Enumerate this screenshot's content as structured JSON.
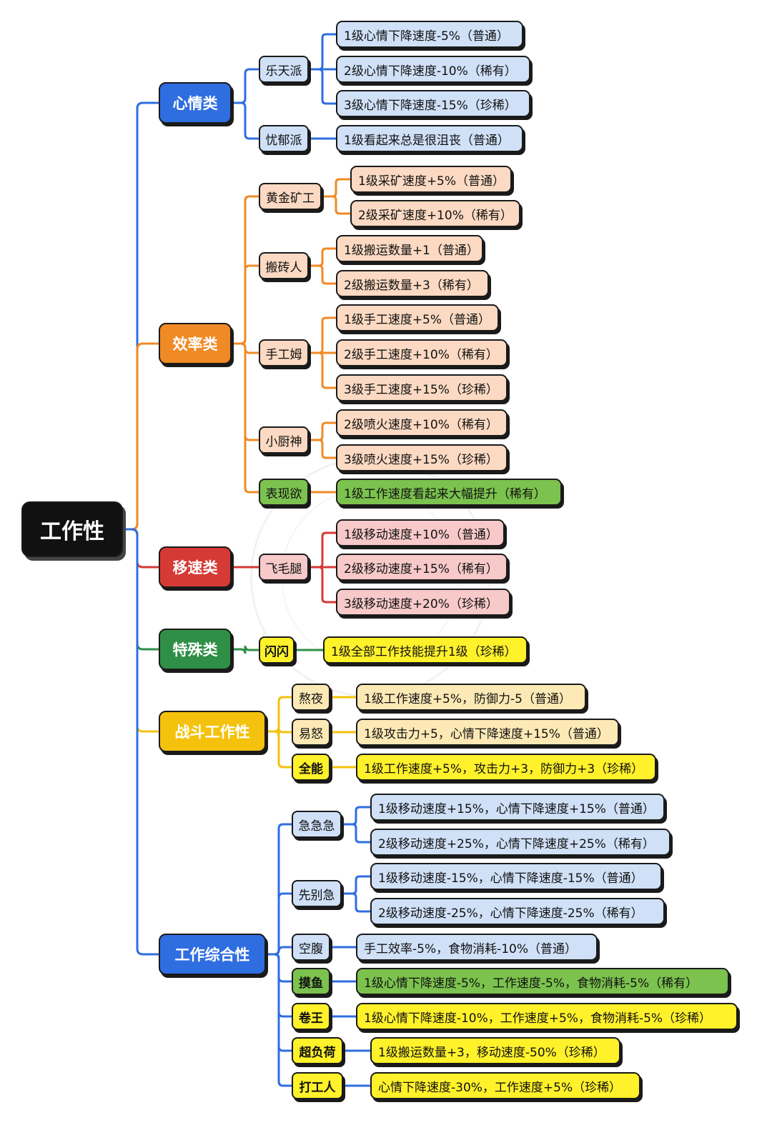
{
  "colors": {
    "blue_accent": "#2f6ee0",
    "orange_accent": "#f08a24",
    "red_accent": "#d63a35",
    "green_accent": "#2f8f46",
    "yellow_accent": "#f4c20d",
    "blue_fill": "#cfe0f7",
    "orange_fill": "#fbd9c2",
    "red_fill": "#f7c9c9",
    "green_fill": "#7bc24e",
    "yellow_fill": "#fff12a",
    "cream_fill": "#fde9b5",
    "root_fill": "#111111"
  },
  "root": {
    "label": "工作性"
  },
  "categories": [
    {
      "label": "心情类",
      "color": "blue",
      "subs": [
        {
          "label": "乐天派",
          "leaves": [
            {
              "text": "1级心情下降速度-5%（普通）"
            },
            {
              "text": "2级心情下降速度-10%（稀有）"
            },
            {
              "text": "3级心情下降速度-15%（珍稀）"
            }
          ]
        },
        {
          "label": "忧郁派",
          "leaves": [
            {
              "text": "1级看起来总是很沮丧（普通）"
            }
          ]
        }
      ]
    },
    {
      "label": "效率类",
      "color": "orange",
      "subs": [
        {
          "label": "黄金矿工",
          "leaves": [
            {
              "text": "1级采矿速度+5%（普通）"
            },
            {
              "text": "2级采矿速度+10%（稀有）"
            }
          ]
        },
        {
          "label": "搬砖人",
          "leaves": [
            {
              "text": "1级搬运数量+1（普通）"
            },
            {
              "text": "2级搬运数量+3（稀有）"
            }
          ]
        },
        {
          "label": "手工姆",
          "leaves": [
            {
              "text": "1级手工速度+5%（普通）"
            },
            {
              "text": "2级手工速度+10%（稀有）"
            },
            {
              "text": "3级手工速度+15%（珍稀）"
            }
          ]
        },
        {
          "label": "小厨神",
          "leaves": [
            {
              "text": "2级喷火速度+10%（稀有）"
            },
            {
              "text": "3级喷火速度+15%（珍稀）"
            }
          ]
        },
        {
          "label": "表现欲",
          "leaves": [
            {
              "text": "1级工作速度看起来大幅提升（稀有）"
            }
          ]
        }
      ]
    },
    {
      "label": "移速类",
      "color": "red",
      "subs": [
        {
          "label": "飞毛腿",
          "leaves": [
            {
              "text": "1级移动速度+10%（普通）"
            },
            {
              "text": "2级移动速度+15%（稀有）"
            },
            {
              "text": "3级移动速度+20%（珍稀）"
            }
          ]
        }
      ]
    },
    {
      "label": "特殊类",
      "color": "green",
      "subs": [
        {
          "label": "闪闪",
          "leaves": [
            {
              "text": "1级全部工作技能提升1级（珍稀）"
            }
          ]
        }
      ]
    },
    {
      "label": "战斗工作性",
      "color": "yellow",
      "subs": [
        {
          "label": "熬夜",
          "leaves": [
            {
              "text": "1级工作速度+5%，防御力-5（普通）"
            }
          ]
        },
        {
          "label": "易怒",
          "leaves": [
            {
              "text": "1级攻击力+5，心情下降速度+15%（普通）"
            }
          ]
        },
        {
          "label": "全能",
          "leaves": [
            {
              "text": "1级工作速度+5%，攻击力+3，防御力+3（珍稀）"
            }
          ]
        }
      ]
    },
    {
      "label": "工作综合性",
      "color": "blue",
      "subs": [
        {
          "label": "急急急",
          "leaves": [
            {
              "text": "1级移动速度+15%，心情下降速度+15%（普通）"
            },
            {
              "text": "2级移动速度+25%，心情下降速度+25%（稀有）"
            }
          ]
        },
        {
          "label": "先别急",
          "leaves": [
            {
              "text": "1级移动速度-15%，心情下降速度-15%（普通）"
            },
            {
              "text": "2级移动速度-25%，心情下降速度-25%（稀有）"
            }
          ]
        },
        {
          "label": "空腹",
          "leaves": [
            {
              "text": "手工效率-5%，食物消耗-10%（普通）"
            }
          ]
        },
        {
          "label": "摸鱼",
          "leaves": [
            {
              "text": "1级心情下降速度-5%，工作速度-5%，食物消耗-5%（稀有）"
            }
          ]
        },
        {
          "label": "卷王",
          "leaves": [
            {
              "text": "1级心情下降速度-10%，工作速度+5%，食物消耗-5%（珍稀）"
            }
          ]
        },
        {
          "label": "超负荷",
          "leaves": [
            {
              "text": "1级搬运数量+3，移动速度-50%（珍稀）"
            }
          ]
        },
        {
          "label": "打工人",
          "leaves": [
            {
              "text": "心情下降速度-30%，工作速度+5%（珍稀）"
            }
          ]
        }
      ]
    }
  ]
}
